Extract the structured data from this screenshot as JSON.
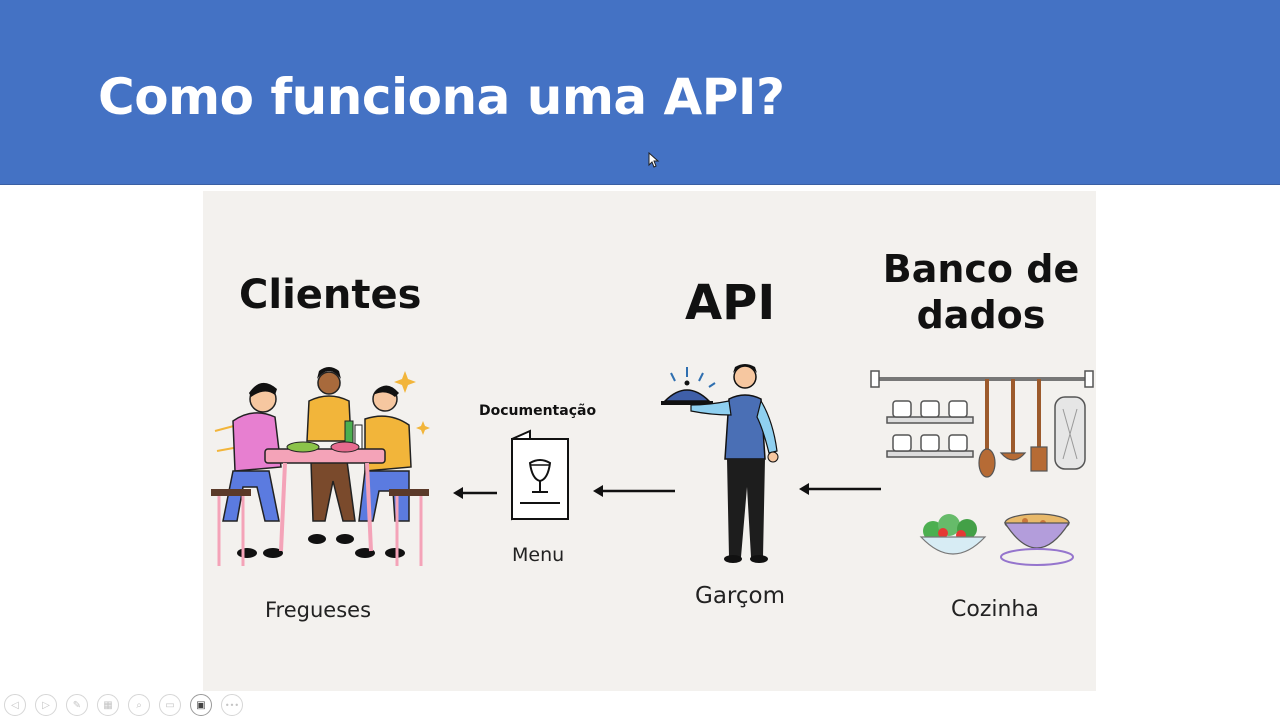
{
  "slide": {
    "title": "Como funciona uma API?"
  },
  "diagram": {
    "clientes_heading": "Clientes",
    "api_heading": "API",
    "banco_heading": "Banco de dados",
    "documentacao_label": "Documentação",
    "fregueses_caption": "Fregueses",
    "menu_caption": "Menu",
    "garcom_caption": "Garçom",
    "cozinha_caption": "Cozinha"
  },
  "toolbar": {
    "buttons": [
      {
        "name": "previous-slide-icon",
        "glyph": "◁"
      },
      {
        "name": "next-slide-icon",
        "glyph": "▷"
      },
      {
        "name": "pen-icon",
        "glyph": "✎"
      },
      {
        "name": "all-slides-icon",
        "glyph": "▦"
      },
      {
        "name": "zoom-icon",
        "glyph": "⌕"
      },
      {
        "name": "subtitles-icon",
        "glyph": "▭"
      },
      {
        "name": "camera-icon",
        "glyph": "▣"
      },
      {
        "name": "more-options-icon",
        "glyph": "•••"
      }
    ]
  },
  "colors": {
    "title_bar": "#4472c4",
    "diagram_bg": "#f3f1ee"
  }
}
